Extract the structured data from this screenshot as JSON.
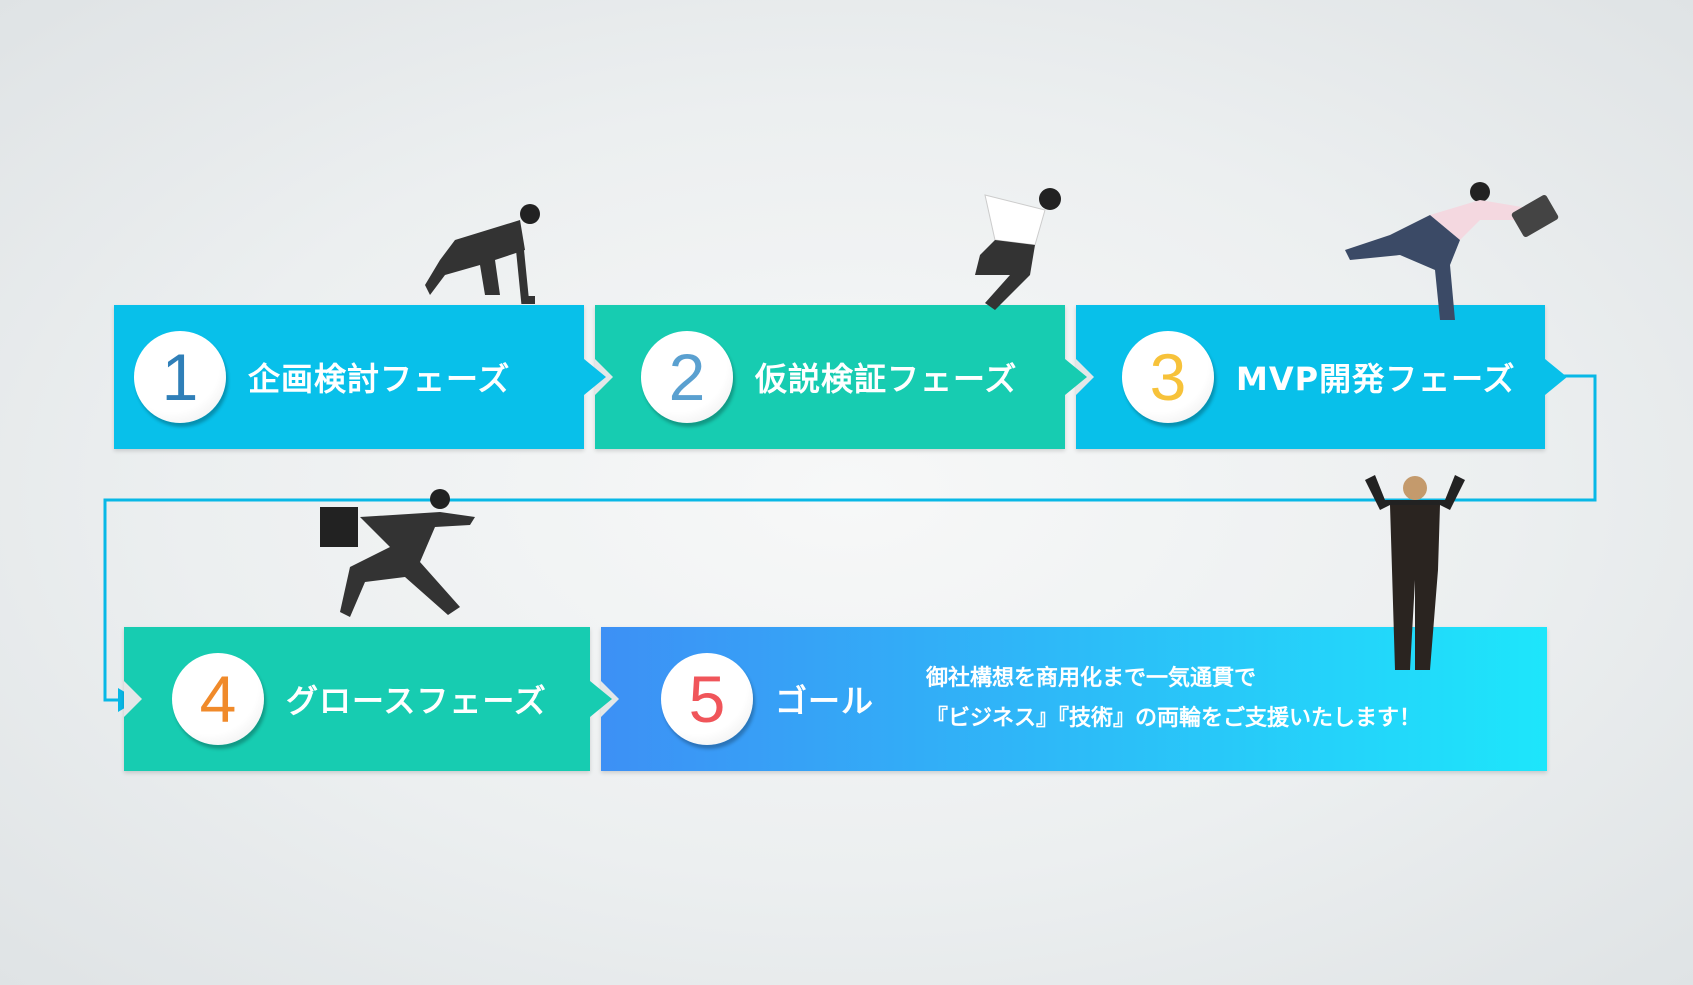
{
  "phases": [
    {
      "number": "1",
      "label": "企画検討フェーズ",
      "number_color": "#2f7fb8",
      "box_color": "#08c0ea"
    },
    {
      "number": "2",
      "label": "仮説検証フェーズ",
      "number_color": "#5aa0d0",
      "box_color": "#17ccb1"
    },
    {
      "number": "3",
      "label": "MVP開発フェーズ",
      "number_color": "#f7c23a",
      "box_color": "#08c0ea"
    },
    {
      "number": "4",
      "label": "グロースフェーズ",
      "number_color": "#f08a2a",
      "box_color": "#17ccb1"
    },
    {
      "number": "5",
      "label": "ゴール",
      "number_color": "#f0555a"
    }
  ],
  "goal_message": {
    "line1": "御社構想を商用化まで一気通貫で",
    "line2": "『ビジネス』『技術』の両輪をご支援いたします！"
  },
  "connector_color": "#08b8e6"
}
